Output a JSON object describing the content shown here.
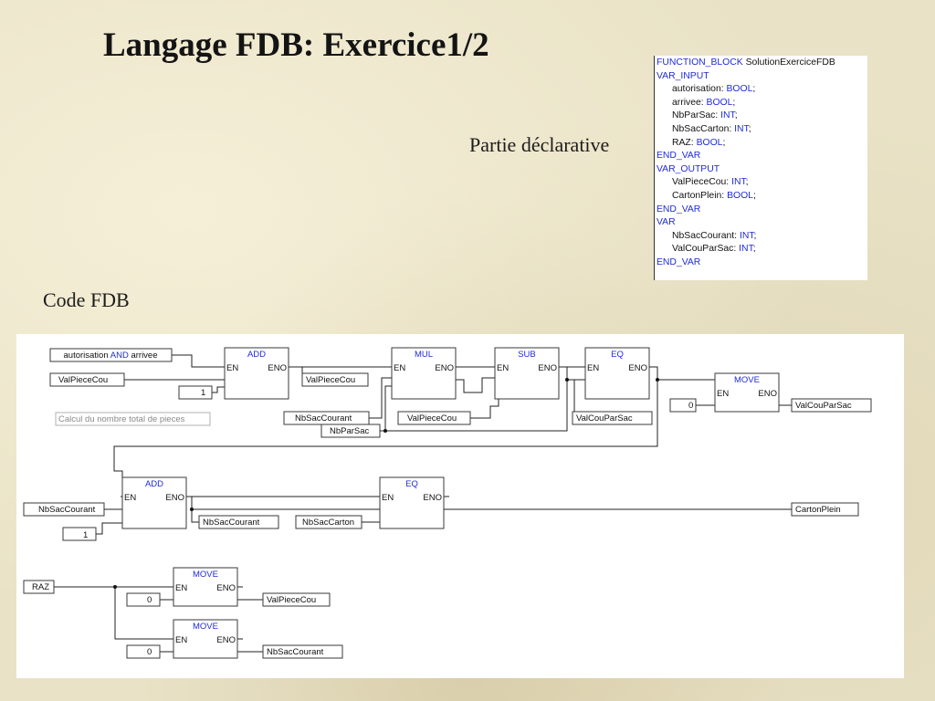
{
  "slide": {
    "title": "Langage FDB: Exercice1/2",
    "subtitle": "Partie déclarative",
    "code_label": "Code FDB"
  },
  "declaration": {
    "header_kw": "FUNCTION_BLOCK",
    "header_name": "SolutionExerciceFDB",
    "var_input_kw": "VAR_INPUT",
    "inputs": [
      {
        "name": "autorisation:",
        "type": "BOOL",
        "end": ";"
      },
      {
        "name": "arrivee:",
        "type": "BOOL",
        "end": ";"
      },
      {
        "name": "NbParSac:",
        "type": "INT",
        "end": ";"
      },
      {
        "name": "NbSacCarton:",
        "type": "INT",
        "end": ";"
      },
      {
        "name": "RAZ:",
        "type": "BOOL",
        "end": ";"
      }
    ],
    "end_var_1": "END_VAR",
    "var_output_kw": "VAR_OUTPUT",
    "outputs": [
      {
        "name": "ValPieceCou:",
        "type": "INT",
        "end": ";"
      },
      {
        "name": "CartonPlein:",
        "type": "BOOL",
        "end": ";"
      }
    ],
    "end_var_2": "END_VAR",
    "var_kw": "VAR",
    "locals": [
      {
        "name": "NbSacCourant:",
        "type": "INT",
        "end": ";"
      },
      {
        "name": "ValCouParSac:",
        "type": "INT",
        "end": ";"
      }
    ],
    "end_var_3": "END_VAR"
  },
  "fbd": {
    "colors": {
      "keyword": "#1f2bd8",
      "wire": "#222222",
      "comment": "#8a8a8a"
    },
    "pins": {
      "en": "EN",
      "eno": "ENO"
    },
    "row1": {
      "cond_left": "autorisation",
      "cond_and": "AND",
      "cond_right": "arrivee",
      "in_valpiece": "ValPieceCou",
      "const_1": "1",
      "comment": "Calcul du nombre total de pieces",
      "add": "ADD",
      "out_valpiece": "ValPieceCou",
      "mul": "MUL",
      "in_nbsaccourant": "NbSacCourant",
      "in_nbparsac": "NbParSac",
      "sub": "SUB",
      "in_valpiece2": "ValPieceCou",
      "eq": "EQ",
      "out_valcouparsac": "ValCouParSac",
      "move": "MOVE",
      "const_0": "0",
      "out_valcouparsac2": "ValCouParSac"
    },
    "row2": {
      "in_nbsaccourant": "NbSacCourant",
      "const_1": "1",
      "add": "ADD",
      "out_nbsaccourant": "NbSacCourant",
      "in_nbsaccarton": "NbSacCarton",
      "eq": "EQ",
      "out_cartonplein": "CartonPlein"
    },
    "row3": {
      "in_raz": "RAZ",
      "move_a": "MOVE",
      "const_0a": "0",
      "out_valpiece": "ValPieceCou",
      "move_b": "MOVE",
      "const_0b": "0",
      "out_nbsaccourant": "NbSacCourant"
    }
  }
}
